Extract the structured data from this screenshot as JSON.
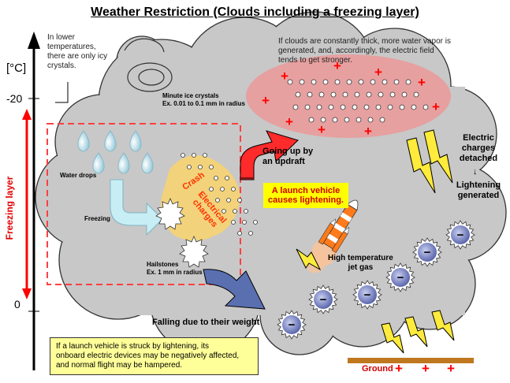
{
  "title": "Weather Restriction (Clouds including a freezing layer)",
  "axis": {
    "unit": "[°C]",
    "tick_top": "-20",
    "tick_bottom": "0",
    "freezing_label": "Freezing layer"
  },
  "notes": {
    "lower_temp": [
      "In lower",
      "temperatures,",
      "there are only icy",
      "crystals."
    ],
    "thick_clouds": [
      "If clouds are constantly thick, more water vapor is",
      "generated, and, accordingly, the electric field",
      "tends to get stronger."
    ],
    "ice_crystals": [
      "Minute ice crystals",
      "Ex. 0.01 to 0.1 mm in radius"
    ],
    "water_drops": "Water drops",
    "freezing": "Freezing",
    "hailstones": [
      "Hailstones",
      "Ex. 1 mm in radius"
    ],
    "crash": "Crash",
    "arrow_glyph": "↓",
    "electrical_charges": [
      "Electrical",
      "charges"
    ],
    "going_up": [
      "Going up by",
      "an updraft"
    ],
    "launch_vehicle": [
      "A launch vehicle",
      "causes lightening."
    ],
    "charges_detached": [
      "Electric",
      "charges",
      "detached"
    ],
    "lightening_generated": [
      "Lightening",
      "generated"
    ],
    "jet_gas": [
      "High temperature",
      "jet gas"
    ],
    "falling": "Falling due to their weight",
    "struck_note": [
      "If a launch vehicle is struck by lightening, its",
      "onboard electric devices may be negatively affected,",
      "and normal flight may be hampered."
    ],
    "ground": "Ground"
  },
  "symbols": {
    "plus": "+",
    "minus": "−"
  },
  "colors": {
    "cloud": "#c8c8c8",
    "positive_zone": "#e6a0a0",
    "charge_zone": "#f2d27a",
    "freezing_border": "#ff0000",
    "freezing_arrow": "#ff0000",
    "updraft_arrow": "#ff0000",
    "falling_arrow": "#5a6fb0",
    "freeze_arrow": "#c8eef5",
    "water_drop": "#bfe3ee",
    "negative_charge": "#6a76b5",
    "lightning": "#ffeb3b",
    "launch_box": "#ffff00",
    "note_box": "#ffff99",
    "ground": "#c07820"
  }
}
